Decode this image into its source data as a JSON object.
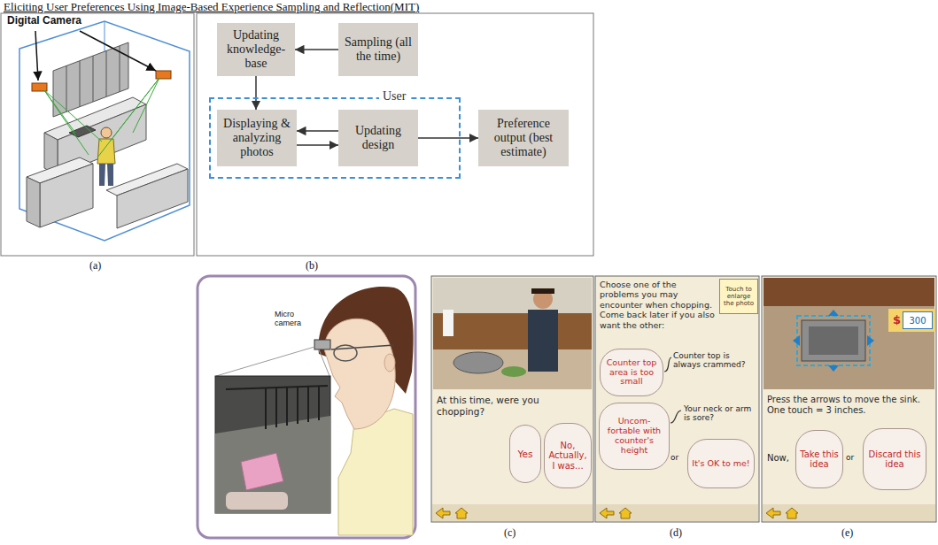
{
  "diagram": {
    "title": "Eliciting User Preferences Using Image-Based Experience Sampling and Reflection(MIT)",
    "nodes": [
      {
        "text": [
          "Updating knowledge-base"
        ]
      },
      {
        "text": [
          "Sampling (all the time)"
        ]
      },
      {
        "text": [
          "User"
        ]
      },
      {
        "text": [
          "Displaying & analyzing photos"
        ],
        "in": 2
      },
      {
        "text": [
          "Updating design"
        ],
        "in": 2
      },
      {
        "text": [
          "Preference output (best estimate)"
        ]
      },
      {
        "text": [
          "At this time, were you chopping?"
        ]
      },
      {
        "text": [
          "Yes"
        ],
        "in": 6
      },
      {
        "text": [
          "No, Actually, I was..."
        ],
        "in": 6
      },
      {
        "text": [
          "Choose one of the problems you may encounter when chopping. Come back later if you also want the other:"
        ]
      },
      {
        "text": [
          "Touch to enlarge the photo"
        ],
        "in": 9
      },
      {
        "text": [
          "Counter top area is too small"
        ],
        "in": 9
      },
      {
        "text": [
          "Uncom-fortable with counter's height"
        ],
        "in": 9
      },
      {
        "text": [
          "It's OK to me!"
        ],
        "in": 9
      },
      {
        "text": [
          "Press the arrows to move the sink. One touch = 3 inches."
        ]
      },
      {
        "text": [
          "300"
        ],
        "in": 14
      },
      {
        "text": [
          "Take this idea"
        ],
        "in": 14
      },
      {
        "text": [
          "Discard this idea"
        ],
        "in": 14
      }
    ],
    "edges": [
      {
        "from": 1,
        "to": 0,
        "arrow": "to"
      },
      {
        "from": 0,
        "to": 3,
        "arrow": "to"
      },
      {
        "from": 4,
        "to": 3,
        "arrow": "to"
      },
      {
        "from": 3,
        "to": 4,
        "arrow": "to"
      },
      {
        "from": 4,
        "to": 5,
        "arrow": "to"
      }
    ],
    "labels": [
      "Digital Camera",
      "(a)",
      "(b)",
      "Micro camera",
      "(c)",
      "(d)",
      "(e)",
      "Counter top is always crammed?",
      "Your neck or arm is sore?",
      "or",
      "Now,",
      "or",
      "$"
    ]
  }
}
